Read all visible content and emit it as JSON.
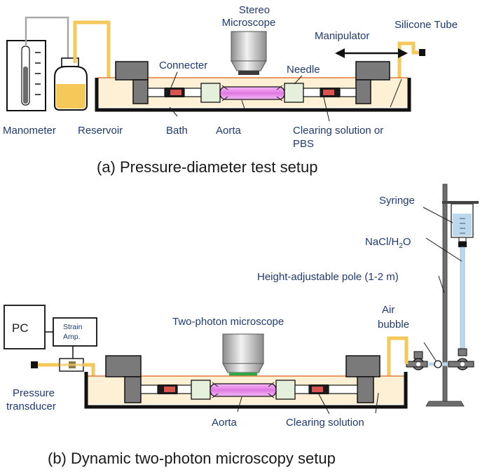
{
  "panel_a": {
    "caption": "(a) Pressure-diameter test setup",
    "labels": {
      "stereo_line1": "Stereo",
      "stereo_line2": "Microscope",
      "manipulator": "Manipulator",
      "silicone_tube": "Silicone Tube",
      "connecter": "Connecter",
      "needle": "Needle",
      "manometer": "Manometer",
      "reservoir": "Reservoir",
      "bath": "Bath",
      "aorta": "Aorta",
      "clearing_line1": "Clearing solution or",
      "clearing_line2": "PBS"
    }
  },
  "panel_b": {
    "caption": "(b) Dynamic two-photon microscopy setup",
    "labels": {
      "syringe": "Syringe",
      "nacl_prefix": "NaCl/H",
      "nacl_sub": "2",
      "nacl_suffix": "O",
      "pole": "Height-adjustable pole (1-2 m)",
      "air_line1": "Air",
      "air_line2": "bubble",
      "pc": "PC",
      "strain_line1": "Strain",
      "strain_line2": "Amp.",
      "two_photon": "Two-photon microscope",
      "pressure_line1": "Pressure",
      "pressure_line2": "transducer",
      "aorta": "Aorta",
      "clearing": "Clearing solution"
    }
  },
  "colors": {
    "tube": "#f5c85a",
    "bath_fill": "#fdf0d5",
    "water_line": "#e07a3a",
    "aorta": "#e78ae8",
    "connector": "#e4f0dc",
    "device_gray": "#7a7a7a",
    "text": "#1f3a6e",
    "fluid_blue": "#bcd8ef",
    "lens_green": "#2fa84a"
  }
}
